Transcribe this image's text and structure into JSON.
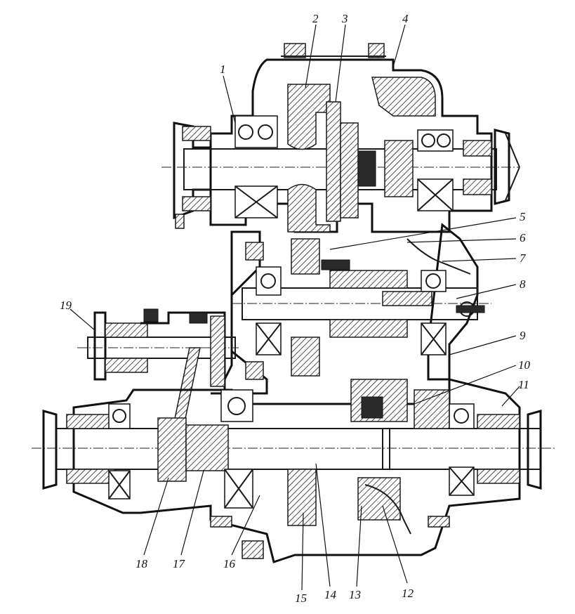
{
  "figure": {
    "title": "Transfer case cross-section",
    "callouts": [
      {
        "number": "1"
      },
      {
        "number": "2"
      },
      {
        "number": "3"
      },
      {
        "number": "4"
      },
      {
        "number": "5"
      },
      {
        "number": "6"
      },
      {
        "number": "7"
      },
      {
        "number": "8"
      },
      {
        "number": "9"
      },
      {
        "number": "10"
      },
      {
        "number": "11"
      },
      {
        "number": "12"
      },
      {
        "number": "13"
      },
      {
        "number": "14"
      },
      {
        "number": "15"
      },
      {
        "number": "16"
      },
      {
        "number": "17"
      },
      {
        "number": "18"
      },
      {
        "number": "19"
      }
    ]
  }
}
